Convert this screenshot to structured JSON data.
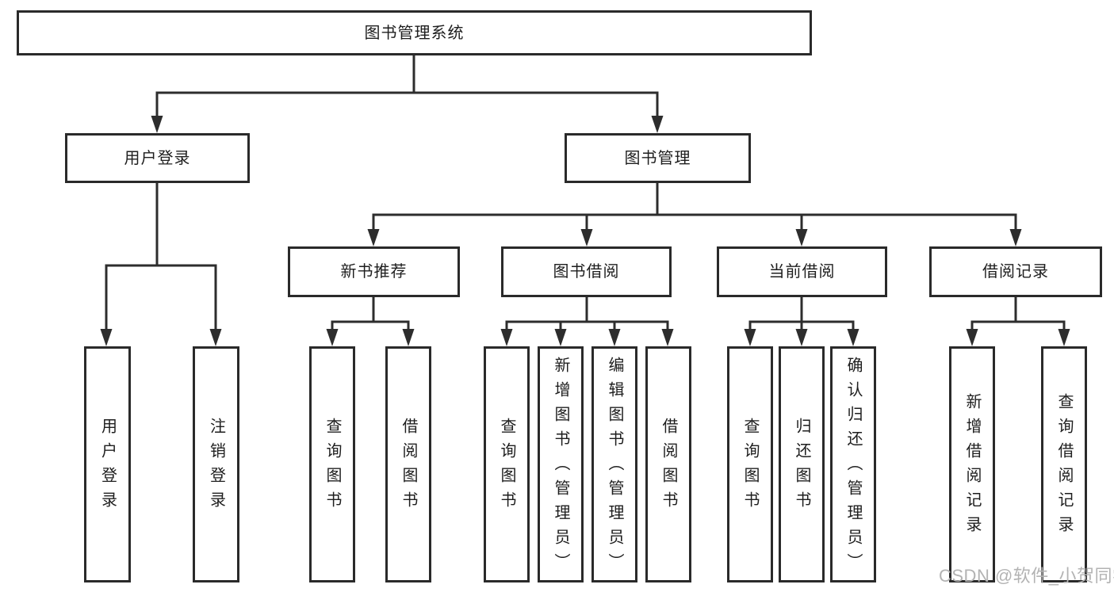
{
  "colors": {
    "background": "#ffffff",
    "line": "#2d2d2d",
    "box_border": "#2a2a2a",
    "text": "#1e1e1e",
    "watermark": "#b3b3b3"
  },
  "watermark": {
    "text": "CSDN @软件_小贺同学"
  },
  "tree": {
    "root": {
      "label": "图书管理系统",
      "children": [
        {
          "label": "用户登录",
          "children": [
            {
              "label": "用户登录"
            },
            {
              "label": "注销登录"
            }
          ]
        },
        {
          "label": "图书管理",
          "children": [
            {
              "label": "新书推荐",
              "children": [
                {
                  "label": "查询图书"
                },
                {
                  "label": "借阅图书"
                }
              ]
            },
            {
              "label": "图书借阅",
              "children": [
                {
                  "label": "查询图书"
                },
                {
                  "label": "新增图书（管理员）"
                },
                {
                  "label": "编辑图书（管理员）"
                },
                {
                  "label": "借阅图书"
                }
              ]
            },
            {
              "label": "当前借阅",
              "children": [
                {
                  "label": "查询图书"
                },
                {
                  "label": "归还图书"
                },
                {
                  "label": "确认归还（管理员）"
                }
              ]
            },
            {
              "label": "借阅记录",
              "children": [
                {
                  "label": "新增借阅记录"
                },
                {
                  "label": "查询借阅记录"
                }
              ]
            }
          ]
        }
      ]
    }
  }
}
